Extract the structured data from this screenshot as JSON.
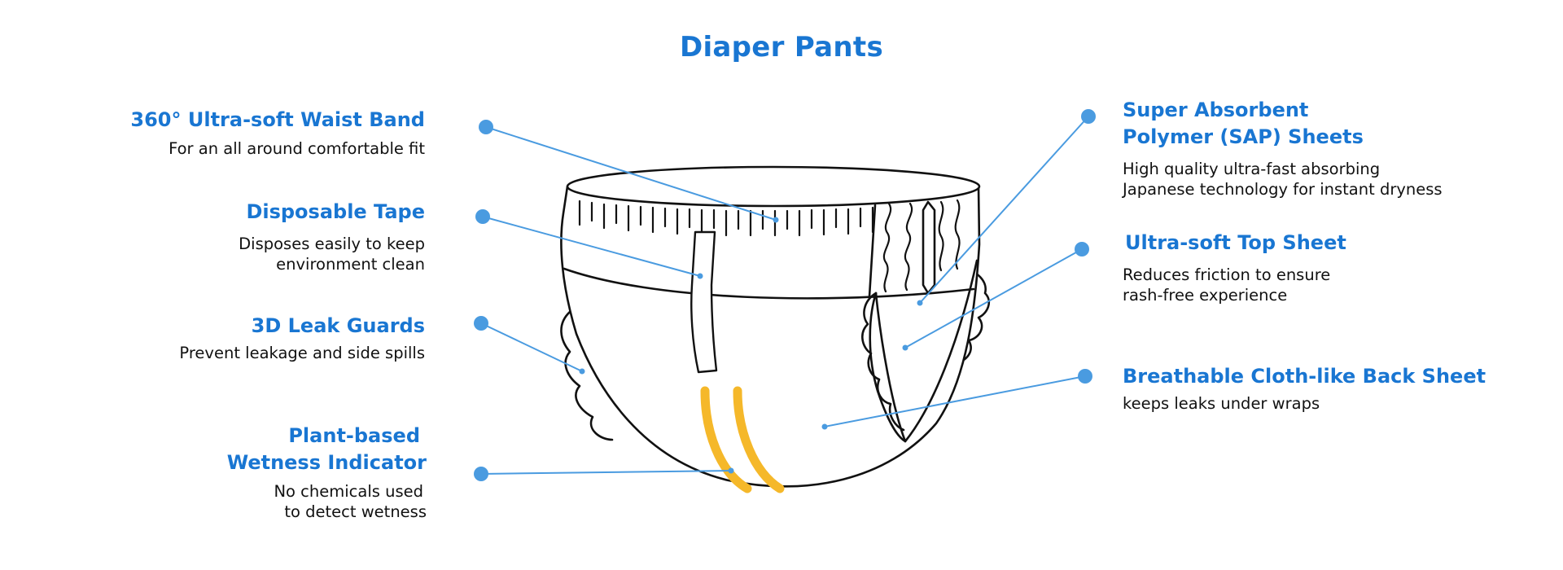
{
  "title": "Diaper Pants",
  "colors": {
    "accent": "#1976d2",
    "leader": "#4a9be0",
    "outline": "#111111",
    "indicator": "#f5b82a",
    "text": "#111111"
  },
  "features": {
    "waist_band": {
      "title": [
        "360° Ultra-soft Waist Band"
      ],
      "desc": [
        "For an all around comfortable fit"
      ]
    },
    "disposable_tape": {
      "title": [
        "Disposable Tape"
      ],
      "desc": [
        "Disposes easily to keep",
        "environment clean"
      ]
    },
    "leak_guards": {
      "title": [
        "3D Leak Guards"
      ],
      "desc": [
        "Prevent leakage and side spills"
      ]
    },
    "wetness_indicator": {
      "title": [
        "Plant-based",
        "Wetness Indicator"
      ],
      "desc": [
        "No chemicals used",
        "to detect wetness"
      ]
    },
    "sap_sheets": {
      "title": [
        "Super Absorbent",
        "Polymer (SAP) Sheets"
      ],
      "desc": [
        "High quality ultra-fast absorbing",
        "Japanese technology for instant dryness"
      ]
    },
    "top_sheet": {
      "title": [
        "Ultra-soft Top Sheet"
      ],
      "desc": [
        "Reduces friction to ensure",
        "rash-free experience"
      ]
    },
    "back_sheet": {
      "title": [
        "Breathable Cloth-like Back Sheet"
      ],
      "desc": [
        "keeps leaks under wraps"
      ]
    }
  }
}
